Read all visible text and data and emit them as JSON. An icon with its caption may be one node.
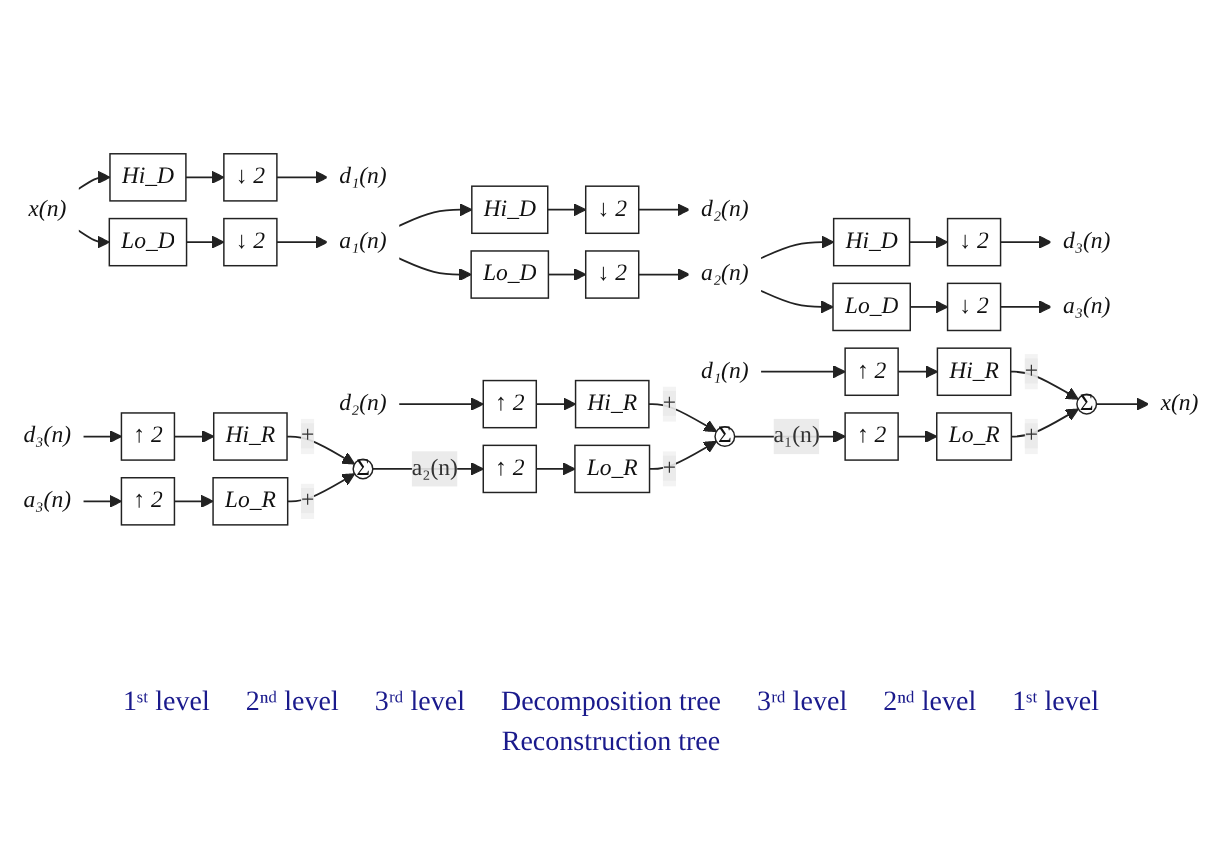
{
  "diagram": {
    "nodes": [
      {
        "text": [
          "x(n)"
        ]
      },
      {
        "text": [
          "Hi_D"
        ]
      },
      {
        "text": [
          "↓ 2"
        ]
      },
      {
        "text": [
          "d₁(n)"
        ]
      },
      {
        "text": [
          "Lo_D"
        ]
      },
      {
        "text": [
          "↓ 2"
        ]
      },
      {
        "text": [
          "a₁(n)"
        ]
      },
      {
        "text": [
          "Hi_D"
        ]
      },
      {
        "text": [
          "↓ 2"
        ]
      },
      {
        "text": [
          "d₂(n)"
        ]
      },
      {
        "text": [
          "Lo_D"
        ]
      },
      {
        "text": [
          "↓ 2"
        ]
      },
      {
        "text": [
          "a₂(n)"
        ]
      },
      {
        "text": [
          "Hi_D"
        ]
      },
      {
        "text": [
          "↓ 2"
        ]
      },
      {
        "text": [
          "d₃(n)"
        ]
      },
      {
        "text": [
          "Lo_D"
        ]
      },
      {
        "text": [
          "↓ 2"
        ]
      },
      {
        "text": [
          "a₃(n)"
        ]
      },
      {
        "text": [
          "d₁(n)"
        ]
      },
      {
        "text": [
          "d₂(n)"
        ]
      },
      {
        "text": [
          "d₃(n)"
        ]
      },
      {
        "text": [
          "a₃(n)"
        ]
      },
      {
        "text": [
          "↑ 2"
        ]
      },
      {
        "text": [
          "Hi_R"
        ]
      },
      {
        "text": [
          "↑ 2"
        ]
      },
      {
        "text": [
          "Lo_R"
        ]
      },
      {
        "text": [
          "Σ"
        ]
      },
      {
        "text": [
          "↑ 2"
        ]
      },
      {
        "text": [
          "Hi_R"
        ]
      },
      {
        "text": [
          "↑ 2"
        ]
      },
      {
        "text": [
          "Lo_R"
        ]
      },
      {
        "text": [
          "Σ"
        ]
      },
      {
        "text": [
          "↑ 2"
        ]
      },
      {
        "text": [
          "Hi_R"
        ]
      },
      {
        "text": [
          "↑ 2"
        ]
      },
      {
        "text": [
          "Lo_R"
        ]
      },
      {
        "text": [
          "Σ"
        ]
      },
      {
        "text": [
          "x(n)"
        ]
      }
    ],
    "edges": [
      {
        "from": 0,
        "to": 1,
        "arrow": "to"
      },
      {
        "from": 0,
        "to": 4,
        "arrow": "to"
      },
      {
        "from": 1,
        "to": 2,
        "arrow": "to"
      },
      {
        "from": 2,
        "to": 3,
        "arrow": "to"
      },
      {
        "from": 4,
        "to": 5,
        "arrow": "to"
      },
      {
        "from": 5,
        "to": 6,
        "arrow": "to"
      },
      {
        "from": 6,
        "to": 7,
        "arrow": "to"
      },
      {
        "from": 6,
        "to": 10,
        "arrow": "to"
      },
      {
        "from": 7,
        "to": 8,
        "arrow": "to"
      },
      {
        "from": 8,
        "to": 9,
        "arrow": "to"
      },
      {
        "from": 10,
        "to": 11,
        "arrow": "to"
      },
      {
        "from": 11,
        "to": 12,
        "arrow": "to"
      },
      {
        "from": 12,
        "to": 13,
        "arrow": "to"
      },
      {
        "from": 12,
        "to": 16,
        "arrow": "to"
      },
      {
        "from": 13,
        "to": 14,
        "arrow": "to"
      },
      {
        "from": 14,
        "to": 15,
        "arrow": "to"
      },
      {
        "from": 16,
        "to": 17,
        "arrow": "to"
      },
      {
        "from": 17,
        "to": 18,
        "arrow": "to"
      },
      {
        "from": 21,
        "to": 23,
        "arrow": "to"
      },
      {
        "from": 23,
        "to": 24,
        "arrow": "to"
      },
      {
        "from": 24,
        "to": 27,
        "arrow": "to",
        "label": "+"
      },
      {
        "from": 22,
        "to": 25,
        "arrow": "to"
      },
      {
        "from": 25,
        "to": 26,
        "arrow": "to"
      },
      {
        "from": 26,
        "to": 27,
        "arrow": "to",
        "label": "+"
      },
      {
        "from": 27,
        "to": 30,
        "arrow": "to",
        "label": "a₂(n)"
      },
      {
        "from": 20,
        "to": 28,
        "arrow": "to"
      },
      {
        "from": 28,
        "to": 29,
        "arrow": "to"
      },
      {
        "from": 29,
        "to": 32,
        "arrow": "to",
        "label": "+"
      },
      {
        "from": 30,
        "to": 31,
        "arrow": "to"
      },
      {
        "from": 31,
        "to": 32,
        "arrow": "to",
        "label": "+"
      },
      {
        "from": 32,
        "to": 35,
        "arrow": "to",
        "label": "a₁(n)"
      },
      {
        "from": 19,
        "to": 33,
        "arrow": "to"
      },
      {
        "from": 33,
        "to": 34,
        "arrow": "to"
      },
      {
        "from": 34,
        "to": 37,
        "arrow": "to",
        "label": "+"
      },
      {
        "from": 35,
        "to": 36,
        "arrow": "to"
      },
      {
        "from": 36,
        "to": 37,
        "arrow": "to",
        "label": "+"
      },
      {
        "from": 37,
        "to": 38,
        "arrow": "to"
      }
    ],
    "labels": [
      "1ˢᵗ level",
      "2ⁿᵈ level",
      "3ʳᵈ level",
      "Decomposition tree",
      "3ʳᵈ level",
      "2ⁿᵈ level",
      "1ˢᵗ level",
      "Reconstruction tree"
    ]
  }
}
